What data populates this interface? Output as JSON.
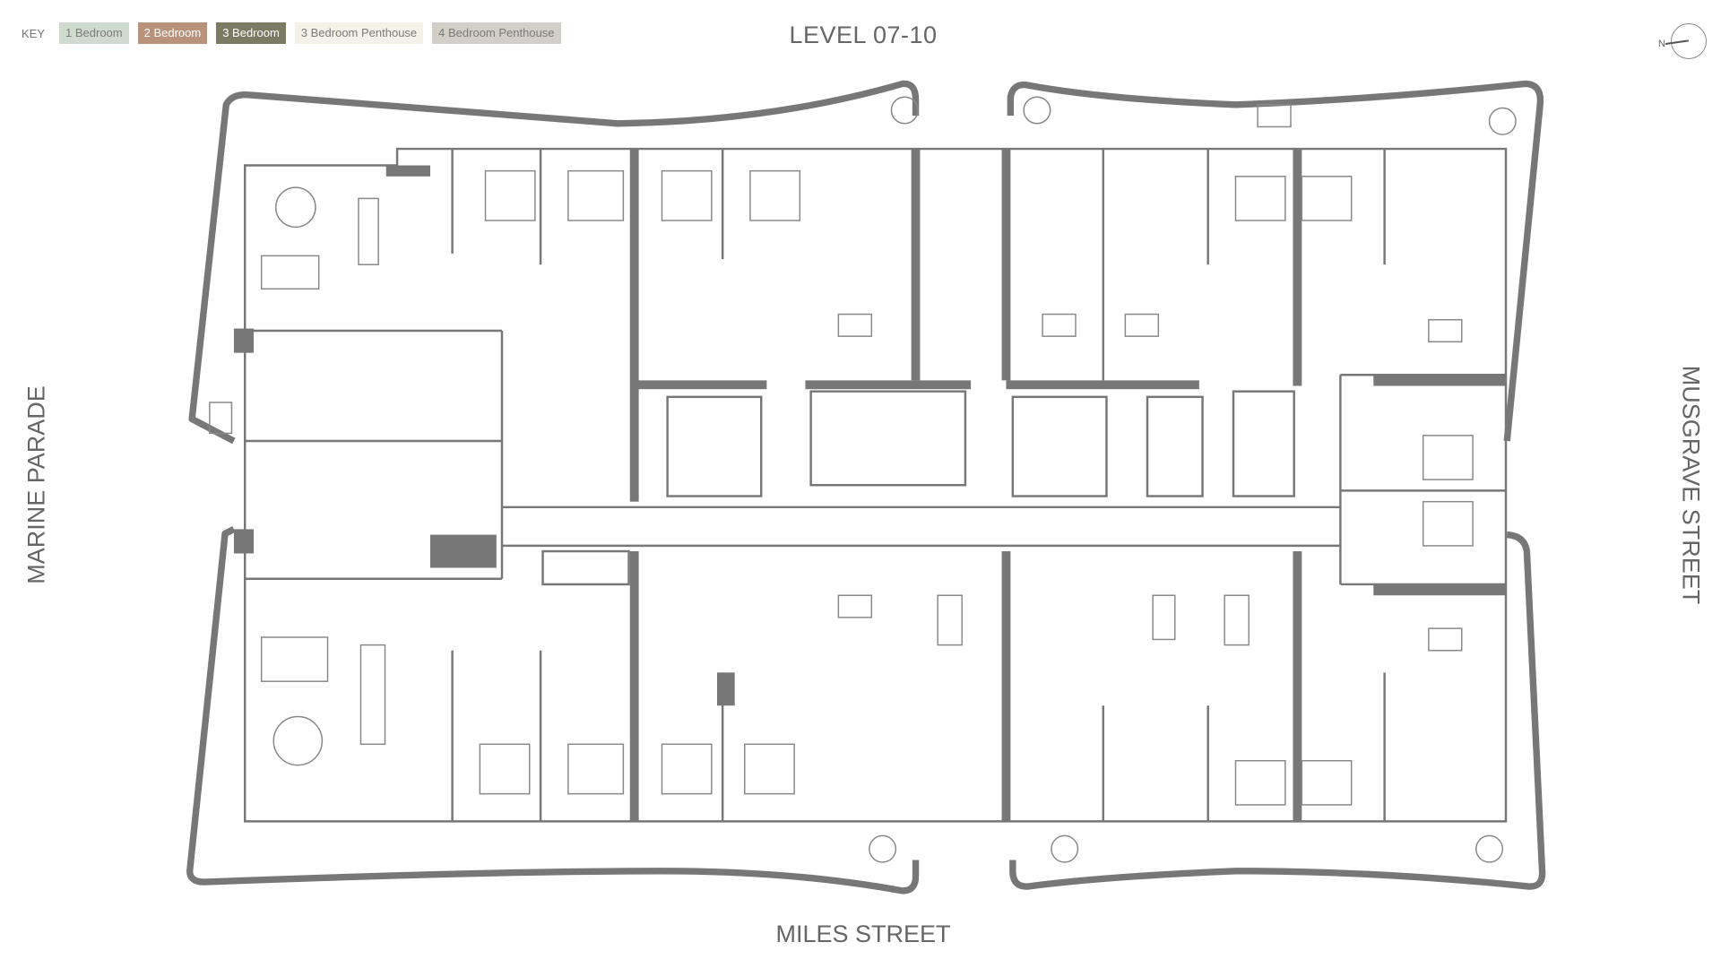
{
  "title": "LEVEL 07-10",
  "key": {
    "label": "KEY",
    "items": [
      {
        "label": "1 Bedroom",
        "color": "#d0dbd0",
        "text_color": "#7a7a7a"
      },
      {
        "label": "2 Bedroom",
        "color": "#b8927a",
        "text_color": "#ffffff"
      },
      {
        "label": "3 Bedroom",
        "color": "#7b7a62",
        "text_color": "#ffffff"
      },
      {
        "label": "3 Bedroom Penthouse",
        "color": "#f4f2e8",
        "text_color": "#7a7a7a"
      },
      {
        "label": "4 Bedroom Penthouse",
        "color": "#d4cec8",
        "text_color": "#7a7a7a"
      }
    ]
  },
  "compass": {
    "label": "N"
  },
  "streets": {
    "left": "MARINE PARADE",
    "right": "MUSGRAVE STREET",
    "bottom": "MILES STREET"
  },
  "colors": {
    "walls": "#777777"
  }
}
